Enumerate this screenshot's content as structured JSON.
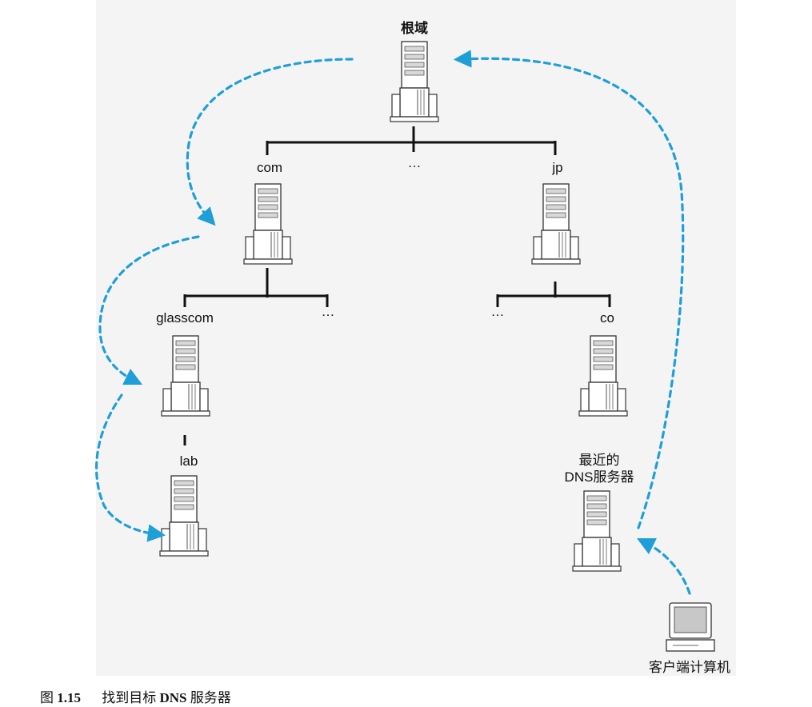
{
  "nodes": {
    "root": "根域",
    "com": "com",
    "dots_top": "…",
    "jp": "jp",
    "glasscom": "glasscom",
    "dots_com": "…",
    "dots_jp": "…",
    "co": "co",
    "lab": "lab",
    "nearest_line1": "最近的",
    "nearest_line2": "DNS服务器",
    "client": "客户端计算机"
  },
  "caption": {
    "prefix": "图",
    "number": "1.15",
    "text_before": "找到目标",
    "text_bold": "DNS",
    "text_after": "服务器"
  },
  "colors": {
    "arrow": "#1e9fd8",
    "tree_line": "#111111",
    "server_fill": "#ffffff",
    "server_stroke": "#333333"
  }
}
